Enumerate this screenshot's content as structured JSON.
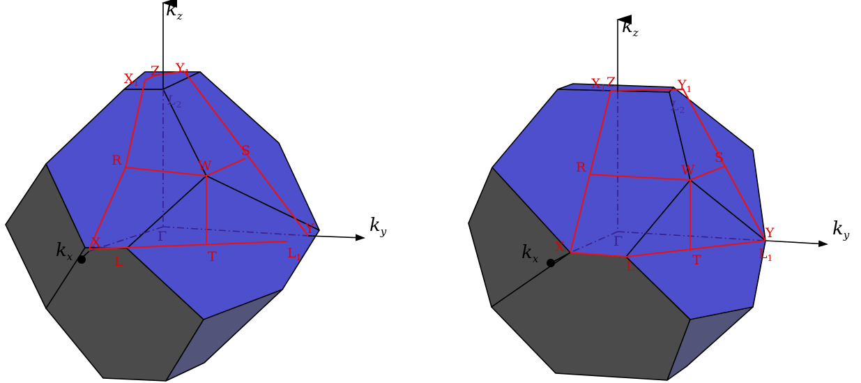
{
  "colors": {
    "blue_face": "#4d4fcc",
    "grey_face": "#4b4b4b",
    "path": "#ee1111",
    "hidden_line": "#3a1d8a"
  },
  "axes": {
    "kz": "k",
    "kz_sub": "z",
    "ky": "k",
    "ky_sub": "y",
    "kx": "k",
    "kx_sub": "x"
  },
  "points": {
    "Z": "Z",
    "X1": "X",
    "X1_sub": "1",
    "Y1": "Y",
    "Y1_sub": "1",
    "L2": "L",
    "L2_sub": "2",
    "R": "R",
    "W": "W",
    "S": "S",
    "Gamma": "Γ",
    "X": "X",
    "L": "L",
    "T": "T",
    "Y": "Y",
    "L1": "L",
    "L1_sub": "1"
  }
}
